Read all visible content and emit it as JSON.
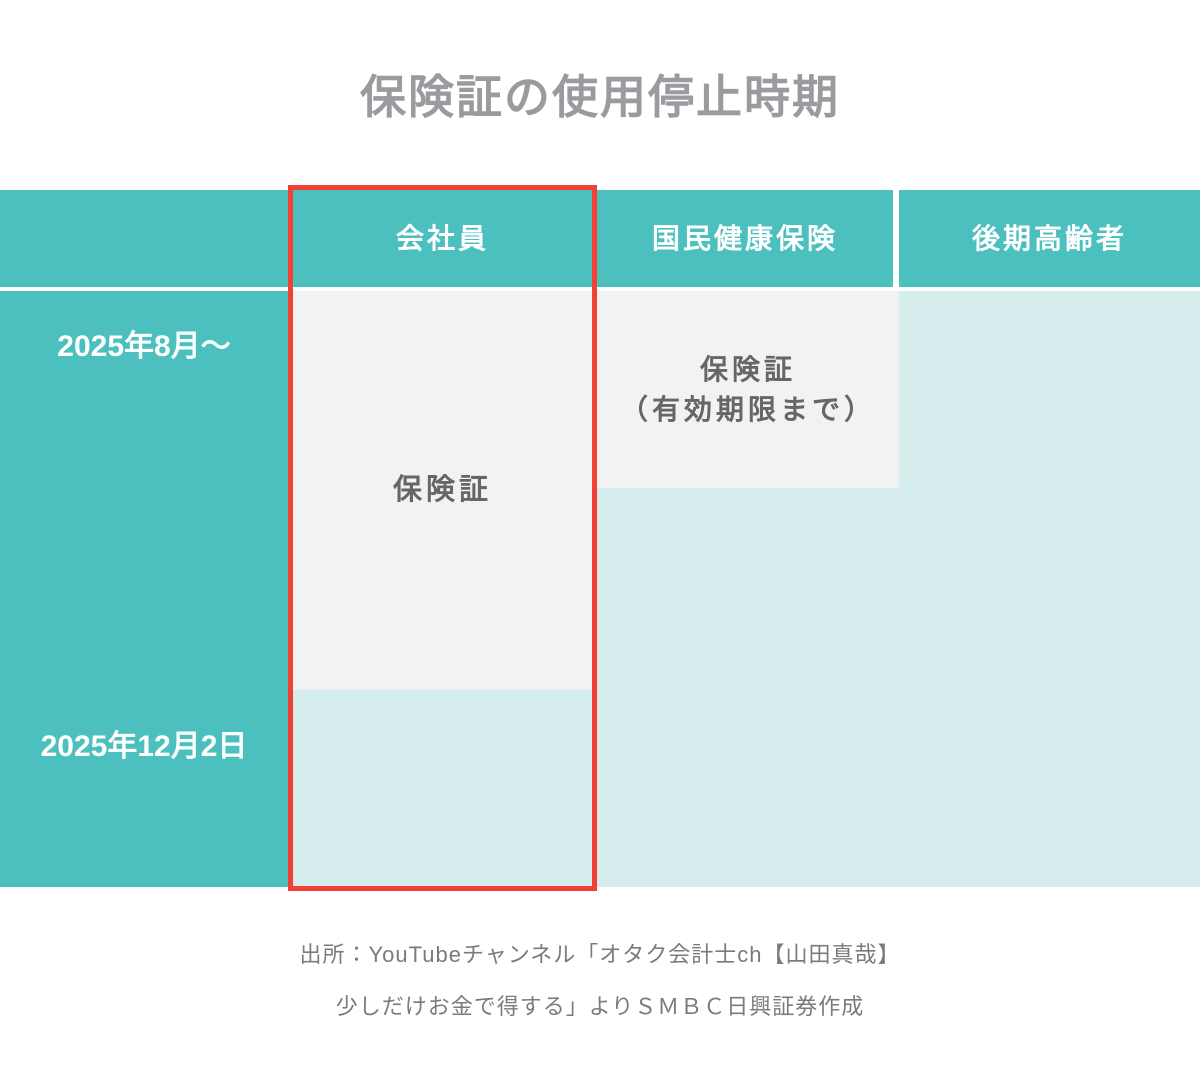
{
  "title": "保険証の使用停止時期",
  "table": {
    "header": {
      "col_kaishain": "会社員",
      "col_kokuho": "国民健康保険",
      "col_kouki": "後期高齢者"
    },
    "rows": [
      {
        "label": "2025年8月〜"
      },
      {
        "label": "2025年12月2日"
      }
    ],
    "cells": {
      "kaishain_hokensho": "保険証",
      "kokuho_hokensho_line1": "保険証",
      "kokuho_hokensho_line2": "（有効期限まで）"
    }
  },
  "source": {
    "line1": "出所：YouTubeチャンネル「オタク会計士ch【山田真哉】",
    "line2": "少しだけお金で得する」よりＳＭＢＣ日興証券作成"
  },
  "colors": {
    "teal": "#4CBFBF",
    "light_teal": "#D5EDED",
    "gray_cell": "#F2F2F2",
    "highlight_red": "#F04134",
    "title_gray": "#9A9B9E",
    "cell_text_gray": "#666668",
    "source_text_gray": "#7B7B7B"
  }
}
